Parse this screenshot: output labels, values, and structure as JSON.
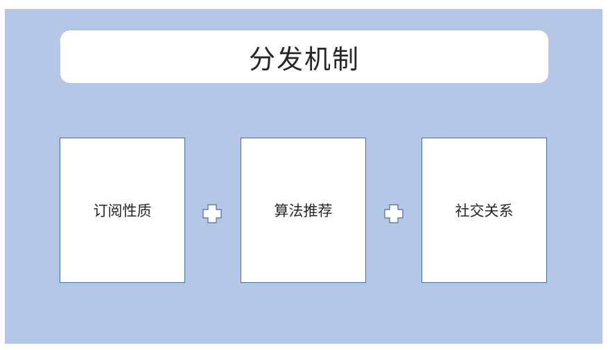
{
  "diagram": {
    "title": "分发机制",
    "items": [
      {
        "label": "订阅性质"
      },
      {
        "label": "算法推荐"
      },
      {
        "label": "社交关系"
      }
    ],
    "connector_icon": "plus-icon",
    "colors": {
      "background": "#b4c7e7",
      "box_fill": "#ffffff",
      "box_border": "#41719c",
      "text": "#262626"
    }
  }
}
